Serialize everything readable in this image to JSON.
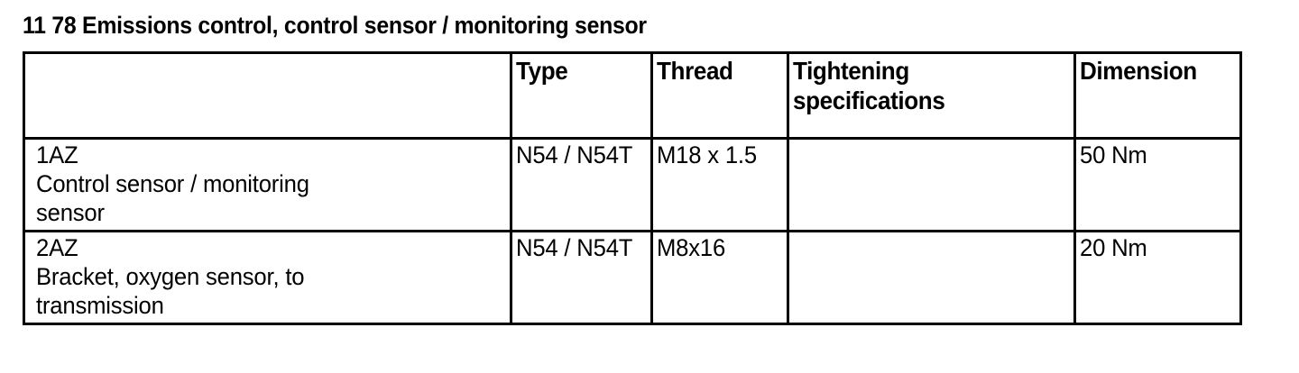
{
  "document": {
    "title": "11 78 Emissions control, control sensor / monitoring sensor"
  },
  "table": {
    "headers": {
      "position": "",
      "type": "Type",
      "thread": "Thread",
      "tightening_specifications_line1": "Tightening",
      "tightening_specifications_line2": "specifications",
      "dimension": "Dimension"
    },
    "rows": [
      {
        "position": "1AZ",
        "description": "Control sensor / monitoring sensor",
        "type": "N54 / N54T",
        "thread": "M18 x 1.5",
        "tightening_specifications": "",
        "dimension": "50 Nm"
      },
      {
        "position": "2AZ",
        "description": "Bracket, oxygen sensor, to transmission",
        "type": "N54 / N54T",
        "thread": "M8x16",
        "tightening_specifications": "",
        "dimension": "20 Nm"
      }
    ]
  }
}
